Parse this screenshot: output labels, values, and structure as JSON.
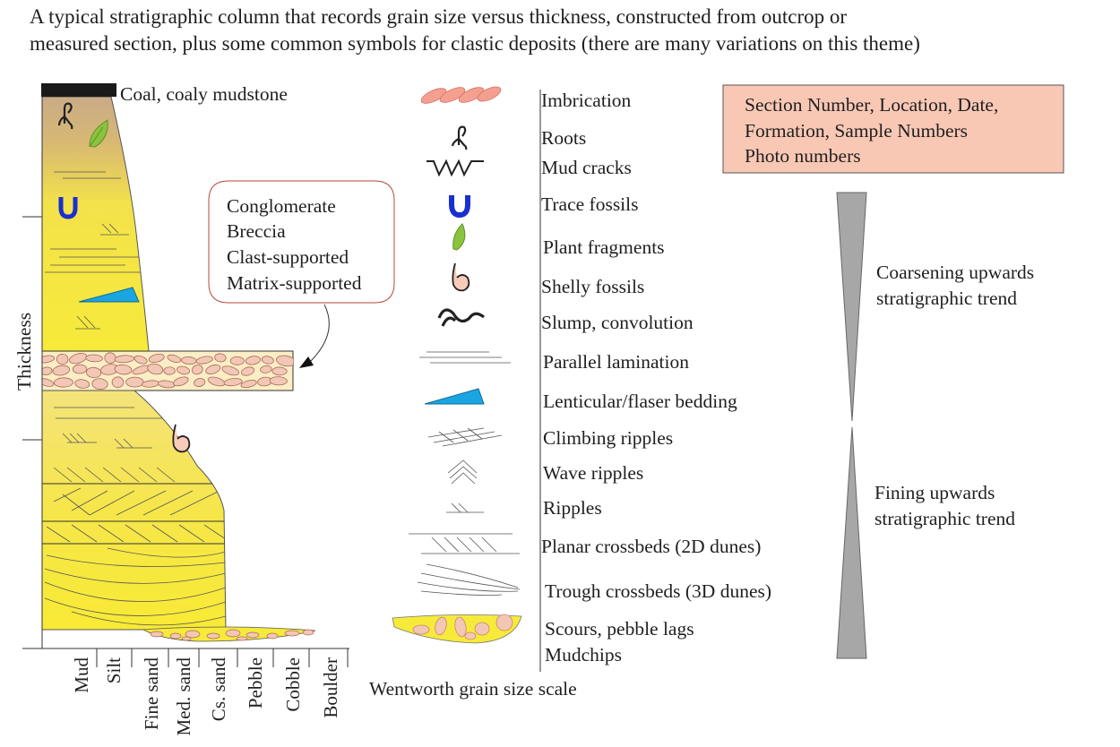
{
  "caption": {
    "line1": "A typical stratigraphic column that records grain size versus thickness, constructed from outcrop or",
    "line2": "measured section, plus some common symbols for clastic deposits (there are many variations on this theme)"
  },
  "column": {
    "thickness_label": "Thickness",
    "coal_label": "Coal, coaly mudstone",
    "callout_lines": [
      "Conglomerate",
      "Breccia",
      "Clast-supported",
      "Matrix-supported"
    ]
  },
  "grain_sizes": [
    "Mud",
    "Silt",
    "Fine sand",
    "Med. sand",
    "Cs. sand",
    "Pebble",
    "Cobble",
    "Boulder"
  ],
  "scale_label": "Wentworth grain size scale",
  "legend": [
    {
      "label": "Imbrication",
      "icon": "imbrication-icon"
    },
    {
      "label": "Roots",
      "icon": "roots-icon"
    },
    {
      "label": "Mud cracks",
      "icon": "mud-cracks-icon"
    },
    {
      "label": "Trace fossils",
      "icon": "trace-fossil-icon"
    },
    {
      "label": "Plant fragments",
      "icon": "leaf-icon"
    },
    {
      "label": "Shelly fossils",
      "icon": "shell-icon"
    },
    {
      "label": "Slump, convolution",
      "icon": "slump-icon"
    },
    {
      "label": "Parallel lamination",
      "icon": "parallel-lamination-icon"
    },
    {
      "label": "Lenticular/flaser bedding",
      "icon": "lenticular-icon"
    },
    {
      "label": "Climbing ripples",
      "icon": "climbing-ripples-icon"
    },
    {
      "label": "Wave ripples",
      "icon": "wave-ripples-icon"
    },
    {
      "label": "Ripples",
      "icon": "ripples-icon"
    },
    {
      "label": "Planar crossbeds (2D dunes)",
      "icon": "planar-crossbeds-icon"
    },
    {
      "label": "Trough crossbeds (3D dunes)",
      "icon": "trough-crossbeds-icon"
    },
    {
      "label": "Scours, pebble lags",
      "icon": "scour-icon"
    },
    {
      "label": "Mudchips",
      "icon": ""
    }
  ],
  "info_box": {
    "lines": [
      "Section Number, Location, Date,",
      "Formation, Sample Numbers",
      "Photo numbers"
    ]
  },
  "trends": {
    "coarsening": [
      "Coarsening upwards",
      "stratigraphic trend"
    ],
    "fining": [
      "Fining upwards",
      "stratigraphic trend"
    ]
  },
  "colors": {
    "sand_yellow": "#f7ea3a",
    "mud_brown": "#c9ab87",
    "coal": "#1a1a1a",
    "pebble": "#f2c7b5",
    "info_box_fill": "#f9c8b5",
    "trace_fossil_blue": "#1a2fd0",
    "lenticular_blue": "#1aa5e0",
    "leaf_green": "#8ac43f",
    "trend_grey": "#a7a7a7"
  }
}
